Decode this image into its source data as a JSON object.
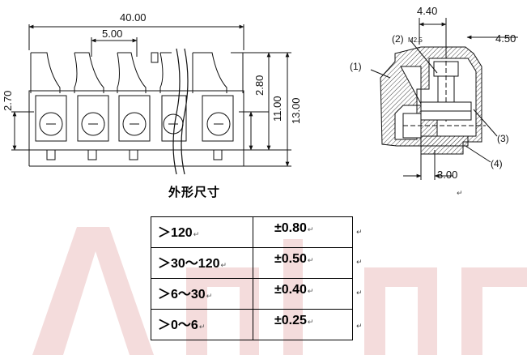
{
  "front_view": {
    "overall_width": "40.00",
    "pitch": "5.00",
    "dim_left": "2.70",
    "dim_right_a": "2.80",
    "dim_right_b": "11.00",
    "dim_right_c": "13.00"
  },
  "side_view": {
    "dim_top_a": "4.40",
    "dim_top_b": "4.50",
    "dim_bottom": "3.00",
    "screw_label": "M2.5",
    "callouts": [
      "(1)",
      "(2)",
      "(3)",
      "(4)"
    ]
  },
  "caption": "外形尺寸",
  "tolerance_table": {
    "rows": [
      {
        "range": "＞120",
        "tolerance": "±0.80"
      },
      {
        "range": "＞30～120",
        "tolerance": "±0.50"
      },
      {
        "range": "＞6～30",
        "tolerance": "±0.40"
      },
      {
        "range": "＞0～6",
        "tolerance": "±0.25"
      }
    ]
  },
  "paragraph_mark": "↵",
  "colors": {
    "watermark": "#f3d6d6",
    "line": "#111111"
  }
}
